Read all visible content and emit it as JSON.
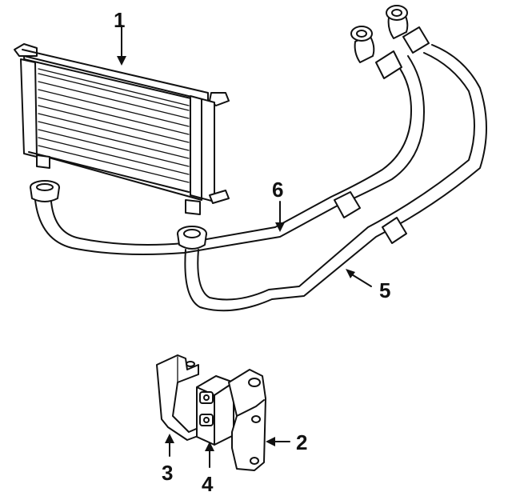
{
  "callouts": [
    {
      "id": "1",
      "text": "1"
    },
    {
      "id": "2",
      "text": "2"
    },
    {
      "id": "3",
      "text": "3"
    },
    {
      "id": "4",
      "text": "4"
    },
    {
      "id": "5",
      "text": "5"
    },
    {
      "id": "6",
      "text": "6"
    }
  ],
  "parts": [
    {
      "callout": "1",
      "icon": "oil-cooler-icon"
    },
    {
      "callout": "2",
      "icon": "mounting-bracket-icon"
    },
    {
      "callout": "3",
      "icon": "clamp-bracket-icon"
    },
    {
      "callout": "4",
      "icon": "rubber-insulator-icon"
    },
    {
      "callout": "5",
      "icon": "return-hose-icon"
    },
    {
      "callout": "6",
      "icon": "pressure-hose-icon"
    }
  ],
  "colors": {
    "line": "#111111",
    "background": "#ffffff"
  }
}
